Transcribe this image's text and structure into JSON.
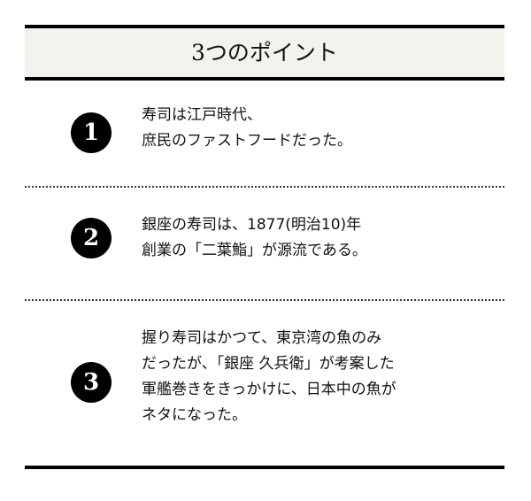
{
  "title": "3つのポイント",
  "points": [
    {
      "number": "1",
      "lines": [
        "寿司は江戸時代、",
        "庶民のファストフードだった。"
      ]
    },
    {
      "number": "2",
      "lines": [
        "銀座の寿司は、1877(明治10)年",
        "創業の「二葉鮨」が源流である。"
      ]
    },
    {
      "number": "3",
      "lines": [
        "握り寿司はかつて、東京湾の魚のみ",
        "だったが、「銀座 久兵衛」が考案した",
        "軍艦巻きをきっかけに、日本中の魚が",
        "ネタになった。"
      ]
    }
  ]
}
